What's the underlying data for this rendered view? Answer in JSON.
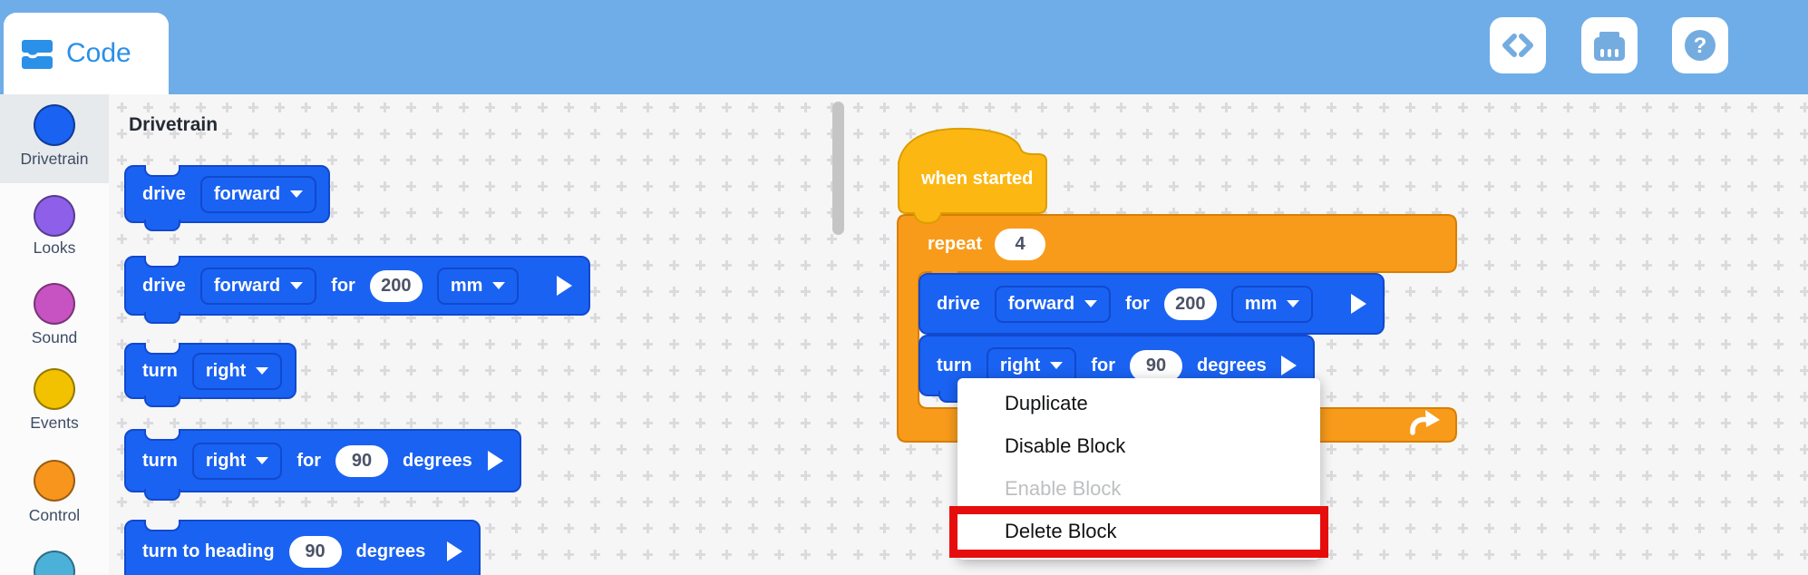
{
  "header": {
    "tab_label": "Code",
    "icons": [
      {
        "name": "code-view-toggle-icon"
      },
      {
        "name": "brain-devices-icon"
      },
      {
        "name": "help-icon"
      }
    ]
  },
  "sidebar": {
    "items": [
      {
        "label": "Drivetrain",
        "color": "#1A62F2",
        "selected": true
      },
      {
        "label": "Looks",
        "color": "#8E5FE8",
        "selected": false
      },
      {
        "label": "Sound",
        "color": "#C753C2",
        "selected": false
      },
      {
        "label": "Events",
        "color": "#F2C200",
        "selected": false
      },
      {
        "label": "Control",
        "color": "#F8951D",
        "selected": false
      },
      {
        "label": "",
        "color": "#4BB1D8",
        "selected": false
      }
    ]
  },
  "palette": {
    "title": "Drivetrain",
    "blocks": [
      {
        "verb": "drive",
        "dropdown1": "forward"
      },
      {
        "verb": "drive",
        "dropdown1": "forward",
        "for_label": "for",
        "value": "200",
        "dropdown2": "mm"
      },
      {
        "verb": "turn",
        "dropdown1": "right"
      },
      {
        "verb": "turn",
        "dropdown1": "right",
        "for_label": "for",
        "value": "90",
        "unit_label": "degrees"
      },
      {
        "verb": "turn to heading",
        "value": "90",
        "unit_label": "degrees"
      }
    ]
  },
  "workspace": {
    "hat_label": "when started",
    "repeat": {
      "label": "repeat",
      "count": "4",
      "loop_icon": "repeat-arrow-icon"
    },
    "blocks": [
      {
        "verb": "drive",
        "dropdown1": "forward",
        "for_label": "for",
        "value": "200",
        "dropdown2": "mm"
      },
      {
        "verb": "turn",
        "dropdown1": "right",
        "for_label": "for",
        "value": "90",
        "unit_label": "degrees"
      }
    ]
  },
  "context_menu": {
    "items": [
      {
        "label": "Duplicate",
        "disabled": false,
        "highlighted": false
      },
      {
        "label": "Disable Block",
        "disabled": false,
        "highlighted": false
      },
      {
        "label": "Enable Block",
        "disabled": true,
        "highlighted": false
      },
      {
        "label": "Delete Block",
        "disabled": false,
        "highlighted": true
      }
    ],
    "highlight_color": "#E60D0D"
  },
  "colors": {
    "header_blue": "#6FADE8",
    "tab_text_blue": "#2B90E8",
    "block_blue": "#1A62F2",
    "block_blue_border": "#1149CE",
    "hat_yellow": "#FCB713",
    "control_orange": "#F89B1B",
    "canvas_bg": "#F6F6F7",
    "dot_gray": "#DBDBDE",
    "selected_row_gray": "#E7EAEC"
  }
}
